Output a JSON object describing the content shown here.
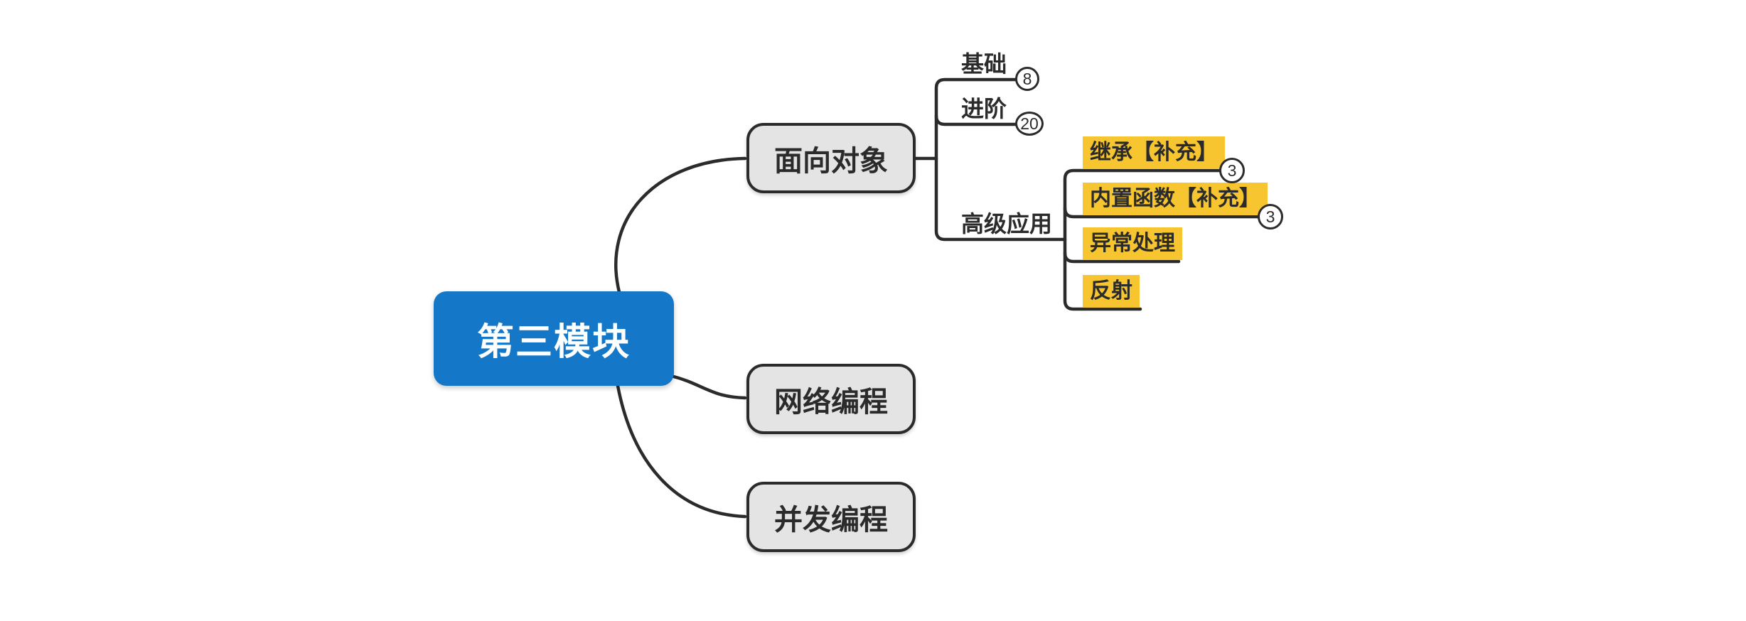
{
  "colors": {
    "root_fill": "#1577c8",
    "root_text": "#ffffff",
    "topic_fill": "#e4e4e4",
    "highlight_fill": "#f7c52f",
    "line_and_text": "#2b2b2b",
    "badge_fill": "#ffffff"
  },
  "root": {
    "label": "第三模块"
  },
  "branches": [
    {
      "label": "面向对象",
      "children": [
        {
          "label": "基础",
          "badge": "8"
        },
        {
          "label": "进阶",
          "badge": "20"
        },
        {
          "label": "高级应用",
          "children": [
            {
              "label": "继承【补充】",
              "badge": "3",
              "highlighted": true
            },
            {
              "label": "内置函数【补充】",
              "badge": "3",
              "highlighted": true
            },
            {
              "label": "异常处理",
              "highlighted": true
            },
            {
              "label": "反射",
              "highlighted": true
            }
          ]
        }
      ]
    },
    {
      "label": "网络编程"
    },
    {
      "label": "并发编程"
    }
  ]
}
